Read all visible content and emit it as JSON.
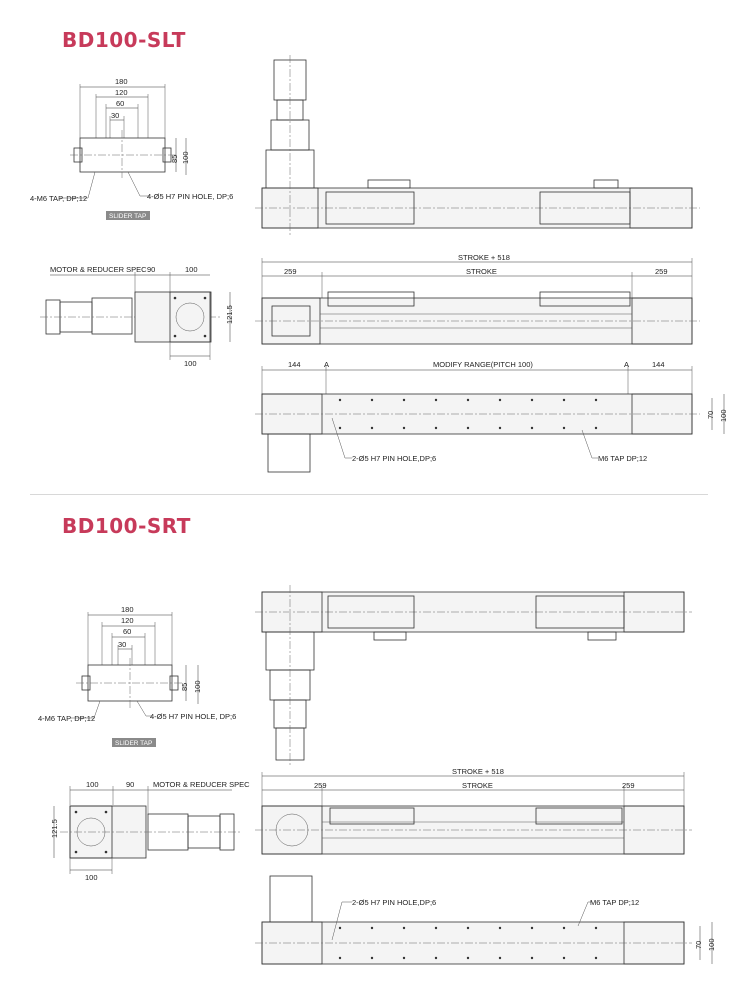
{
  "sections": [
    {
      "title": "BD100-SLT",
      "front": {
        "d180": "180",
        "d120": "120",
        "d60": "60",
        "d30": "30",
        "d85": "85",
        "d100": "100",
        "tap": "4-M6 TAP, DP;12",
        "pin": "4-Ø5 H7 PIN HOLE, DP;6",
        "badge": "SLIDER TAP"
      },
      "side": {
        "motor": "MOTOR & REDUCER SPEC",
        "d90": "90",
        "d100top": "100",
        "d1215": "121.5",
        "d100bot": "100"
      },
      "top": {
        "stroke518": "STROKE + 518",
        "left259": "259",
        "stroke": "STROKE",
        "right259": "259"
      },
      "bottom": {
        "d144l": "144",
        "modify": "MODIFY RANGE(PITCH 100)",
        "d144r": "144",
        "d70": "70",
        "d100": "100",
        "markA1": "A",
        "markA2": "A",
        "pin": "2-Ø5 H7 PIN HOLE,DP;6",
        "tap": "M6 TAP DP;12"
      }
    },
    {
      "title": "BD100-SRT",
      "front": {
        "d180": "180",
        "d120": "120",
        "d60": "60",
        "d30": "30",
        "d85": "85",
        "d100": "100",
        "tap": "4-M6 TAP, DP;12",
        "pin": "4-Ø5 H7 PIN HOLE, DP;6",
        "badge": "SLIDER TAP"
      },
      "side": {
        "d100top": "100",
        "d90": "90",
        "motor": "MOTOR & REDUCER SPEC",
        "d1215": "121.5",
        "d100bot": "100"
      },
      "top": {
        "stroke518": "STROKE + 518",
        "left259": "259",
        "stroke": "STROKE",
        "right259": "259"
      },
      "bottom": {
        "pin": "2-Ø5 H7 PIN HOLE,DP;6",
        "tap": "M6 TAP DP;12",
        "d70": "70",
        "d100": "100"
      }
    }
  ]
}
